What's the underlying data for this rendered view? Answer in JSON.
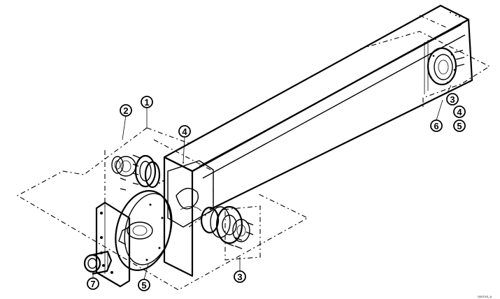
{
  "callouts": [
    {
      "id": "c1",
      "label": "1"
    },
    {
      "id": "c2",
      "label": "2"
    },
    {
      "id": "c4-left",
      "label": "4"
    },
    {
      "id": "c7",
      "label": "7"
    },
    {
      "id": "c5-bottom",
      "label": "5"
    },
    {
      "id": "c3-bottom",
      "label": "3"
    },
    {
      "id": "c3-right",
      "label": "3"
    },
    {
      "id": "c4-right",
      "label": "4"
    },
    {
      "id": "c5-right",
      "label": "5"
    },
    {
      "id": "c6",
      "label": "6"
    }
  ],
  "drawing_number": "G007XS_A"
}
